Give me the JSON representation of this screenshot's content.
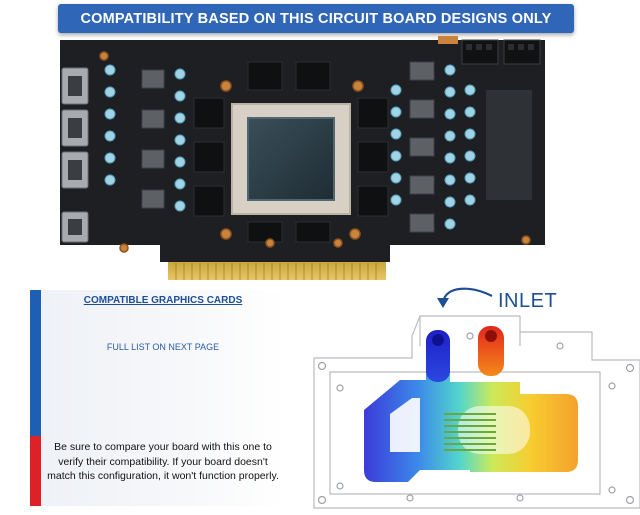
{
  "banner": {
    "text": "COMPATIBILITY BASED ON THIS CIRCUIT BOARD DESIGNS ONLY"
  },
  "compatible_panel": {
    "title": "COMPATIBLE GRAPHICS CARDS",
    "full_list_text": "FULL LIST ON NEXT PAGE",
    "warning_text": "Be sure to compare your board with this one to verify their compatibility. If your board doesn't match this configuration, it won't function properly."
  },
  "inlet": {
    "label": "INLET"
  },
  "colors": {
    "banner": "#2f66b8",
    "accent_blue": "#1e5fb3",
    "accent_red": "#de2027",
    "pcb": "#1d1f22",
    "gold_contacts": "#d9b54a"
  },
  "icons": [
    "gpu-die-image",
    "curved-arrow-icon",
    "water-block-diagram"
  ]
}
